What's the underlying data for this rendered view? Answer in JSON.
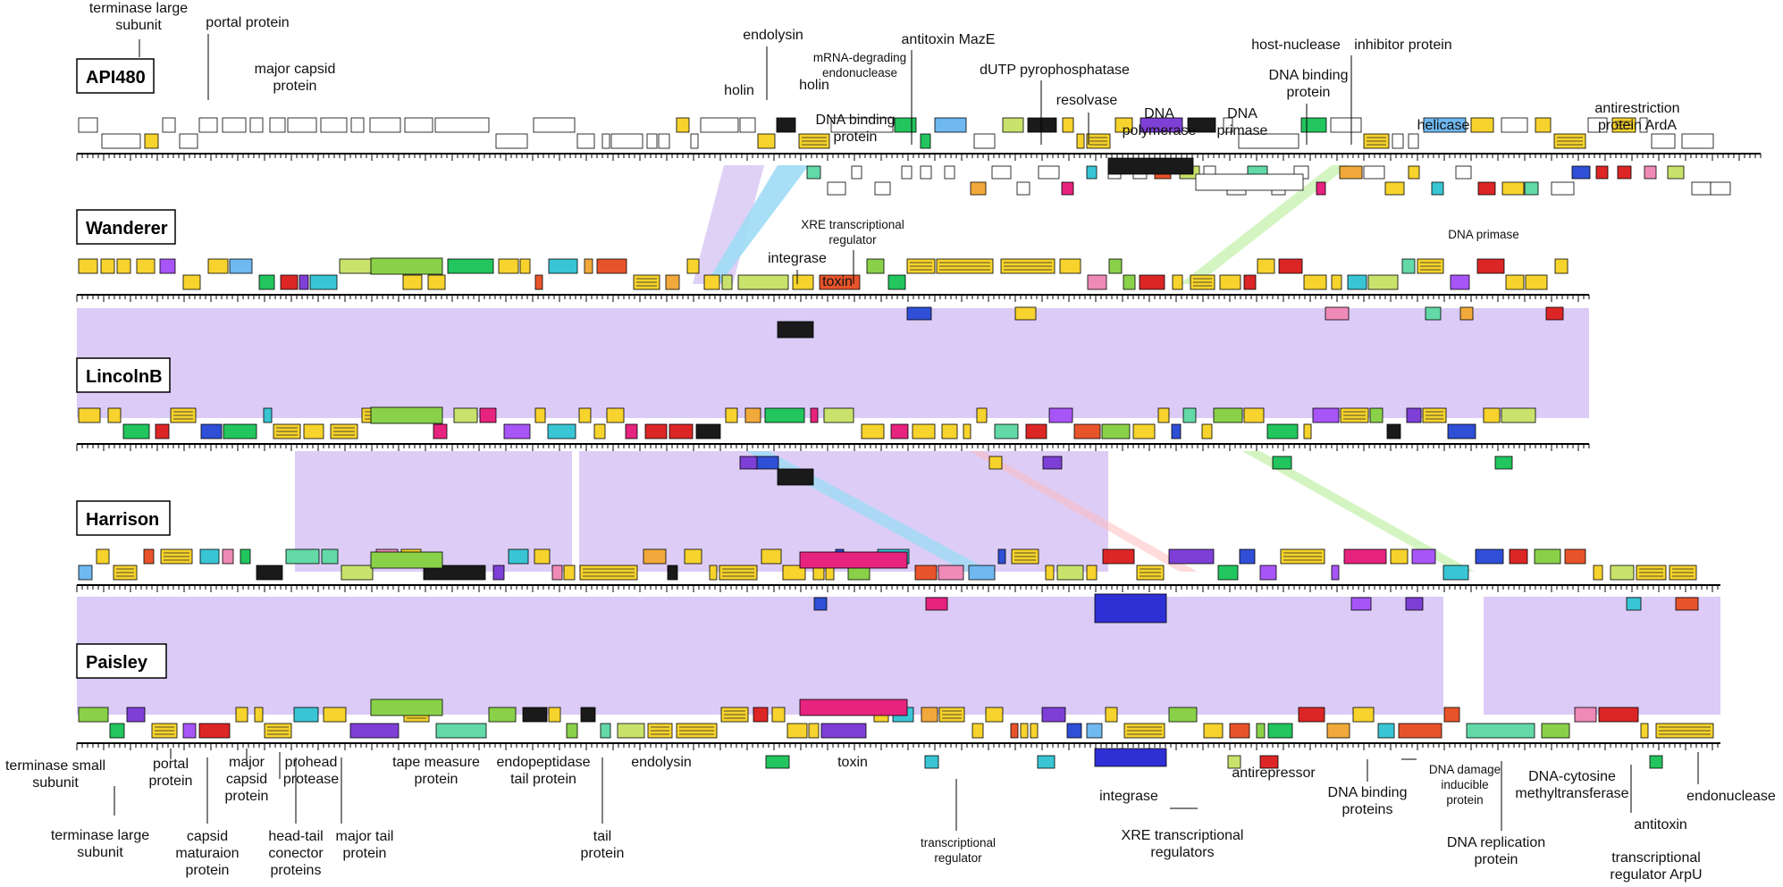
{
  "genomes": [
    {
      "name": "API480"
    },
    {
      "name": "Wanderer"
    },
    {
      "name": "LincolnB"
    },
    {
      "name": "Harrison"
    },
    {
      "name": "Paisley"
    }
  ],
  "top_labels": [
    {
      "text": "terminase large\nsubunit"
    },
    {
      "text": "portal protein"
    },
    {
      "text": "major capsid\nprotein"
    },
    {
      "text": "endolysin"
    },
    {
      "text": "holin"
    },
    {
      "text": "holin"
    },
    {
      "text": "mRNA-degrading\nendonuclease"
    },
    {
      "text": "antitoxin MazE"
    },
    {
      "text": "DNA binding\nprotein"
    },
    {
      "text": "dUTP pyrophosphatase"
    },
    {
      "text": "resolvase"
    },
    {
      "text": "DNA\npolymerase"
    },
    {
      "text": "DNA\nprimase"
    },
    {
      "text": "host-nuclease"
    },
    {
      "text": "DNA binding\nprotein"
    },
    {
      "text": "inhibitor protein"
    },
    {
      "text": "helicase"
    },
    {
      "text": "antirestriction\nprotein ArdA"
    },
    {
      "text": "XRE transcriptional\nregulator"
    },
    {
      "text": "integrase"
    },
    {
      "text": "toxin"
    },
    {
      "text": "DNA primase"
    }
  ],
  "bottom_labels": [
    {
      "text": "terminase small\nsubunit"
    },
    {
      "text": "terminase large\nsubunit"
    },
    {
      "text": "portal\nprotein"
    },
    {
      "text": "capsid\nmaturaion\nprotein"
    },
    {
      "text": "major\ncapsid\nprotein"
    },
    {
      "text": "prohead\nprotease"
    },
    {
      "text": "head-tail\nconector\nproteins"
    },
    {
      "text": "major tail\nprotein"
    },
    {
      "text": "tape measure\nprotein"
    },
    {
      "text": "endopeptidase\ntail protein"
    },
    {
      "text": "tail\nprotein"
    },
    {
      "text": "endolysin"
    },
    {
      "text": "toxin"
    },
    {
      "text": "transcriptional\nregulator"
    },
    {
      "text": "integrase"
    },
    {
      "text": "XRE transcriptional\nregulators"
    },
    {
      "text": "antirepressor"
    },
    {
      "text": "DNA binding\nproteins"
    },
    {
      "text": "DNA damage\ninducible\nprotein"
    },
    {
      "text": "DNA replication\nprotein"
    },
    {
      "text": "DNA-cytosine\nmethyltransferase"
    },
    {
      "text": "antitoxin"
    },
    {
      "text": "transcriptional\nregulator ArpU"
    },
    {
      "text": "endonuclease"
    }
  ],
  "colors": {
    "yellow": "#f6d32d",
    "purple_band": "#d9c8f5",
    "cyan_band": "#9fdcf5",
    "gene_fill_white": "#ffffff",
    "gene_palette": [
      "#f6d32d",
      "#39c5d4",
      "#8ad14a",
      "#e6237e",
      "#7e3fd6",
      "#2f4fd6",
      "#e8542a",
      "#1a1a1a",
      "#ef8ab8",
      "#62d9a6",
      "#f2a93b",
      "#6fb8f0",
      "#c9e26b",
      "#a855f7",
      "#22c55e",
      "#dc2626"
    ]
  }
}
